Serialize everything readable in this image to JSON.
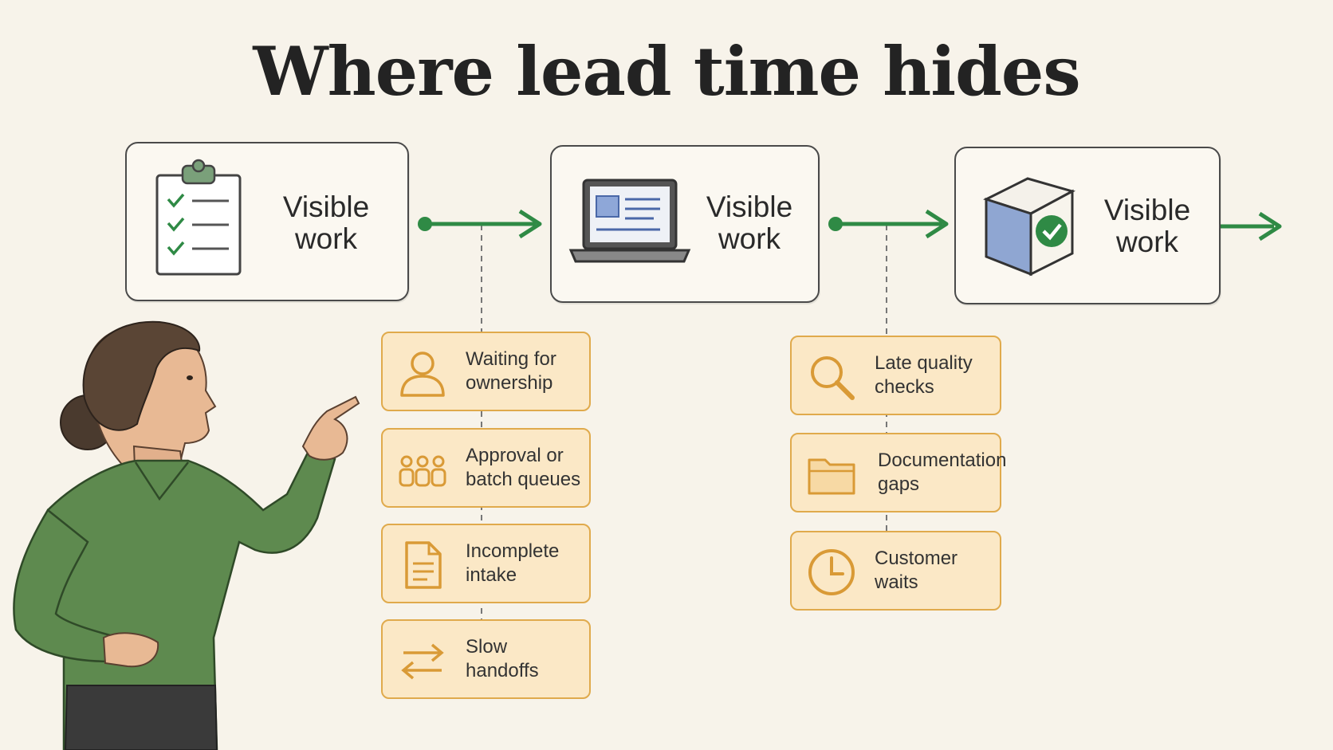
{
  "title": "Where lead time hides",
  "stages": [
    {
      "label_line1": "Visible",
      "label_line2": "work",
      "icon": "clipboard-checklist-icon"
    },
    {
      "label_line1": "Visible",
      "label_line2": "work",
      "icon": "laptop-icon"
    },
    {
      "label_line1": "Visible",
      "label_line2": "work",
      "icon": "box-check-icon"
    }
  ],
  "delays_after_stage_1": [
    {
      "line1": "Waiting for",
      "line2": "ownership",
      "icon": "person-icon"
    },
    {
      "line1": "Approval or",
      "line2": "batch queues",
      "icon": "group-icon"
    },
    {
      "line1": "Incomplete",
      "line2": "intake",
      "icon": "document-icon"
    },
    {
      "line1": "Slow",
      "line2": "handoffs",
      "icon": "swap-arrows-icon"
    }
  ],
  "delays_after_stage_2": [
    {
      "line1": "Late quality",
      "line2": "checks",
      "icon": "magnifier-icon"
    },
    {
      "line1": "Documentation",
      "line2": "gaps",
      "icon": "folder-icon"
    },
    {
      "line1": "Customer",
      "line2": "waits",
      "icon": "clock-icon"
    }
  ],
  "colors": {
    "arrow": "#2f8a45",
    "card_fill": "#fbe8c6",
    "card_border": "#e0aa4c",
    "card_icon": "#d99a36",
    "shirt": "#5e8a4f"
  }
}
